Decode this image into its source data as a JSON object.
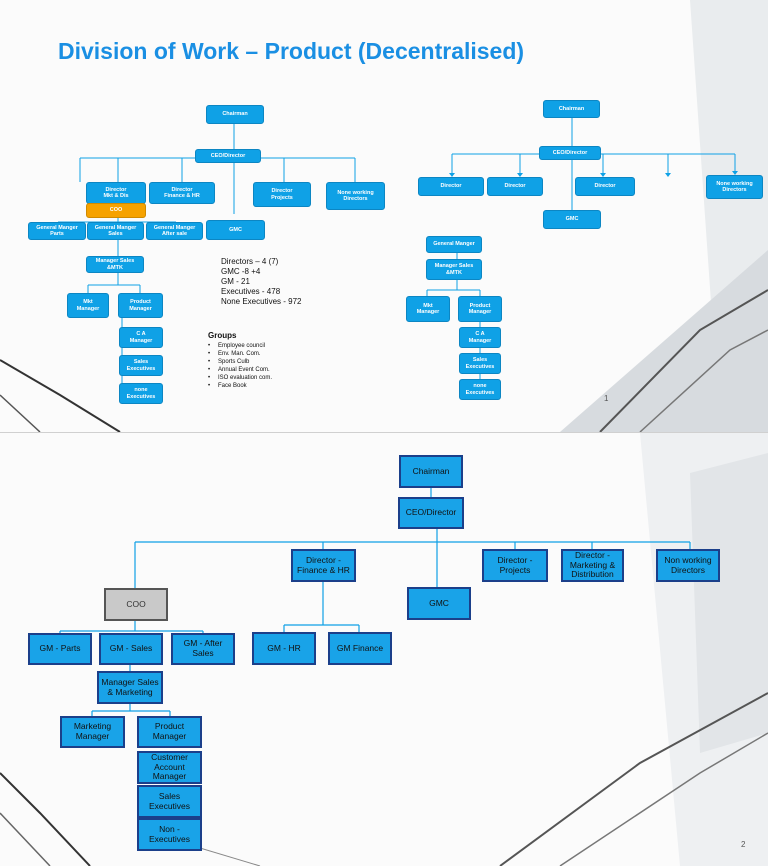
{
  "slide1": {
    "title": "Division of Work – Product (Decentralised)",
    "left_chart": {
      "chairman": "Chairman",
      "ceo": "CEO/Director",
      "dir_mkt": "Director\nMkt & Dis",
      "coo": "COO",
      "dir_fin": "Director\nFinance & HR",
      "gmc": "GMC",
      "dir_proj": "Director\nProjects",
      "non_working": "None working\nDirectors",
      "gm_parts": "General Manger\nParts",
      "gm_sales": "General Manger\nSales",
      "gm_after": "General Manger\nAfter sale",
      "mgr_sales": "Manager Sales\n&MTK",
      "mkt_mgr": "Mkt\nManager",
      "prod_mgr": "Product\nManager",
      "ca_mgr": "C A\nManager",
      "sales_exec": "Sales\nExecutives",
      "none_exec": "none\nExecutives"
    },
    "stats": [
      "Directors – 4 (7)",
      "GMC -8 +4",
      "GM - 21",
      "Executives - 478",
      "None Executives - 972"
    ],
    "groups_title": "Groups",
    "groups": [
      "Employee council",
      "Env. Man. Com.",
      "Sports Culb",
      "Annual Event Com.",
      "ISO evaluation com.",
      "Face Book"
    ],
    "right_chart": {
      "chairman": "Chairman",
      "ceo": "CEO/Director",
      "director_1": "Director",
      "director_2": "Director",
      "director_3": "Director",
      "non_working": "None working\nDirectors",
      "gmc": "GMC",
      "gm": "General Manger",
      "mgr_sales": "Manager Sales\n&MTK",
      "mkt_mgr": "Mkt\nManager",
      "prod_mgr": "Product\nManager",
      "ca_mgr": "C A\nManager",
      "sales_exec": "Sales\nExecutives",
      "none_exec": "none\nExecutives"
    },
    "page_number": "1"
  },
  "slide2": {
    "chairman": "Chairman",
    "ceo": "CEO/Director",
    "dir_fin": "Director -\nFinance & HR",
    "dir_proj": "Director -\nProjects",
    "dir_mkt": "Director -\nMarketing &\nDistribution",
    "non_working": "Non working\nDirectors",
    "coo": "COO",
    "gmc": "GMC",
    "gm_parts": "GM - Parts",
    "gm_sales": "GM - Sales",
    "gm_after": "GM - After\nSales",
    "gm_hr": "GM - HR",
    "gm_finance": "GM Finance",
    "mgr_sales": "Manager Sales\n& Marketing",
    "mkt_mgr": "Marketing\nManager",
    "prod_mgr": "Product\nManager",
    "cam": "Customer\nAccount\nManager",
    "sales_exec": "Sales\nExecutives",
    "non_exec": "Non -\nExecutives",
    "page_number": "2"
  },
  "colors": {
    "title": "#1a8fe3",
    "box_slide1": "#0fa1e6",
    "box_slide2": "#19a3e8",
    "coo_orange": "#f6a200",
    "coo_grey": "#c9c9c9",
    "border_slide2": "#1b3f8a"
  }
}
